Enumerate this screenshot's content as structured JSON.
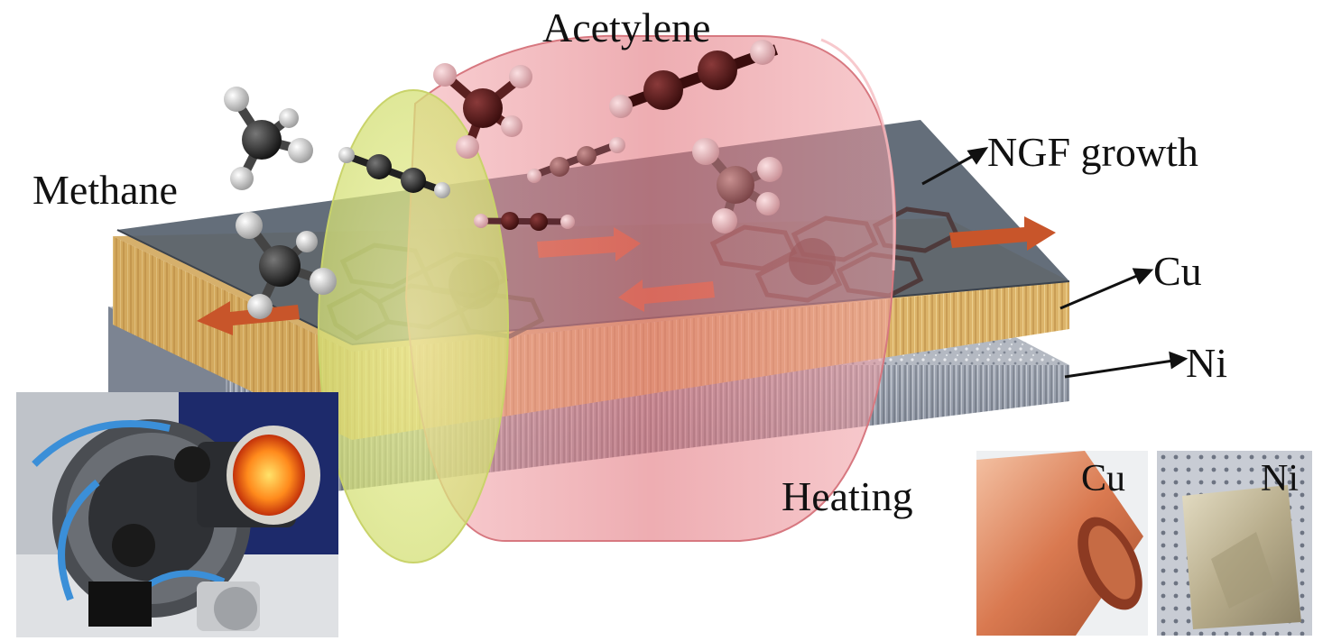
{
  "labels": {
    "acetylene": "Acetylene",
    "methane": "Methane",
    "ngf_growth": "NGF growth",
    "cu": "Cu",
    "ni": "Ni",
    "heating": "Heating"
  },
  "photos": {
    "cu_photo_label": "Cu",
    "ni_photo_label": "Ni"
  },
  "colors": {
    "tube": "#e8858c",
    "tube_end": "#dfe98a",
    "cu_foil": "#d9b46c",
    "ni_foam": "#9aa1ad",
    "ngf_film": "#5a6776",
    "arrow": "#c8552a"
  },
  "icons": {
    "methane_molecule": "methane-molecule-icon",
    "acetylene_molecule": "acetylene-molecule-icon",
    "graphene_lattice": "hexagon-lattice-icon",
    "flow_arrow": "flow-arrow-icon"
  }
}
